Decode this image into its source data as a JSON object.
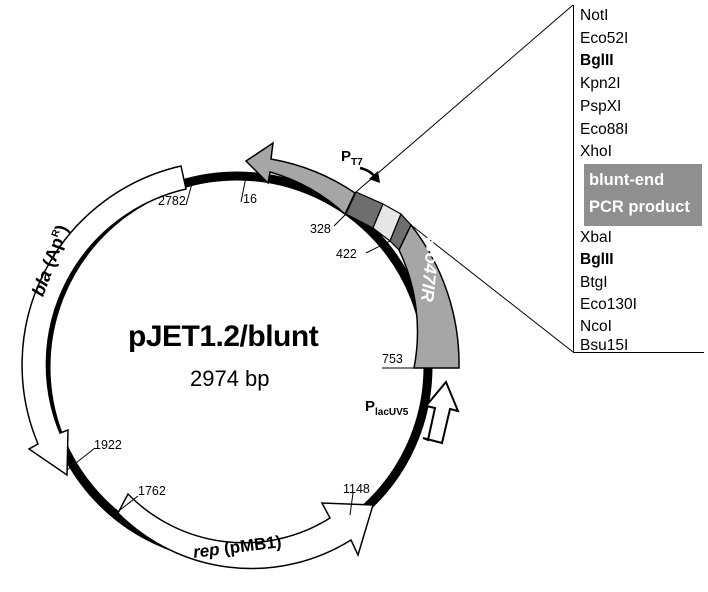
{
  "map": {
    "title": "pJET1.2/blunt",
    "size": "2974 bp"
  },
  "features": {
    "bla": {
      "name": "bla",
      "detail": "(Ap",
      "superscript": "R",
      "close": ")"
    },
    "rep": {
      "name": "rep",
      "detail": "(pMB1)"
    },
    "eco47IR": {
      "name": "eco47IR"
    },
    "pt7": {
      "main": "P",
      "sub": "T7"
    },
    "placuv5": {
      "main": "P",
      "sub": "lacUV5"
    }
  },
  "positions": [
    "2782",
    "16",
    "328",
    "422",
    "753",
    "1922",
    "1762",
    "1148"
  ],
  "sites_above": [
    {
      "name": "NotI",
      "bold": false
    },
    {
      "name": "Eco52I",
      "bold": false
    },
    {
      "name": "BglII",
      "bold": true
    },
    {
      "name": "Kpn2I",
      "bold": false
    },
    {
      "name": "PspXI",
      "bold": false
    },
    {
      "name": "Eco88I",
      "bold": false
    },
    {
      "name": "XhoI",
      "bold": false
    }
  ],
  "insert": {
    "line1": "blunt-end",
    "line2": "PCR product"
  },
  "sites_below": [
    {
      "name": "XbaI",
      "bold": false
    },
    {
      "name": "BglII",
      "bold": true
    },
    {
      "name": "BtgI",
      "bold": false
    },
    {
      "name": "Eco130I",
      "bold": false
    },
    {
      "name": "NcoI",
      "bold": false
    },
    {
      "name": "Bsu15I",
      "bold": false
    }
  ],
  "colors": {
    "backbone": "#000000",
    "eco47IR_fill": "#a6a6a6",
    "mcs_dark": "#6e6e6e",
    "insert_fill": "#e6e6e6",
    "insert_box": "#8f8f8f"
  }
}
